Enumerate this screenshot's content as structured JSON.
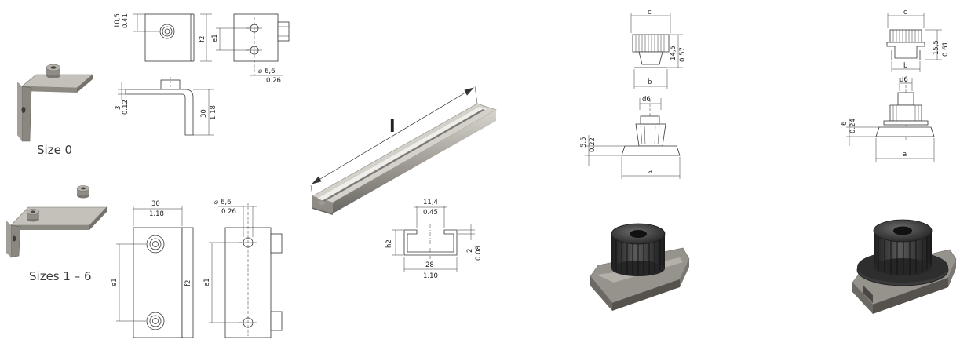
{
  "labels": {
    "size_0": "Size 0",
    "sizes_1_6": "Sizes 1 – 6"
  },
  "bracket_size0": {
    "top_view": {
      "h_mm": "10,5",
      "h_in": "0.41",
      "side": "f2"
    },
    "side_view": {
      "e": "e1",
      "hole_mm": "6,6",
      "hole_in": "0.26",
      "hole_symbol": "⌀"
    },
    "front_view": {
      "t_mm": "3",
      "t_in": "0.12",
      "h_mm": "30",
      "h_in": "1.18"
    }
  },
  "bracket_sizes16": {
    "top_view": {
      "w_mm": "30",
      "w_in": "1.18",
      "e": "e1",
      "f": "f2"
    },
    "side_view": {
      "hole_mm": "6,6",
      "hole_in": "0.26",
      "hole_symbol": "⌀",
      "e": "e1"
    }
  },
  "rail": {
    "length_symbol": "l",
    "profile": {
      "slot_mm": "11,4",
      "slot_in": "0.45",
      "h": "h2",
      "t_mm": "2",
      "t_in": "0.08",
      "w_mm": "28",
      "w_in": "1.10"
    }
  },
  "nut_small": {
    "top": {
      "c": "c",
      "h_mm": "14,5",
      "h_in": "0.57",
      "b": "b"
    },
    "bottom": {
      "d": "d6",
      "h_mm": "5,5",
      "h_in": "0.22",
      "a": "a"
    }
  },
  "nut_large": {
    "top": {
      "c": "c",
      "h_mm": "15,5",
      "h_in": "0.61",
      "b": "b"
    },
    "bottom": {
      "d": "d6",
      "h_mm": "6",
      "h_in": "0.24",
      "a": "a"
    }
  },
  "colors": {
    "line": "#333333",
    "metal_light": "#b9b6b0",
    "metal_mid": "#8f8b85",
    "metal_dark": "#55524e",
    "knob_dark": "#2c2c2c"
  }
}
